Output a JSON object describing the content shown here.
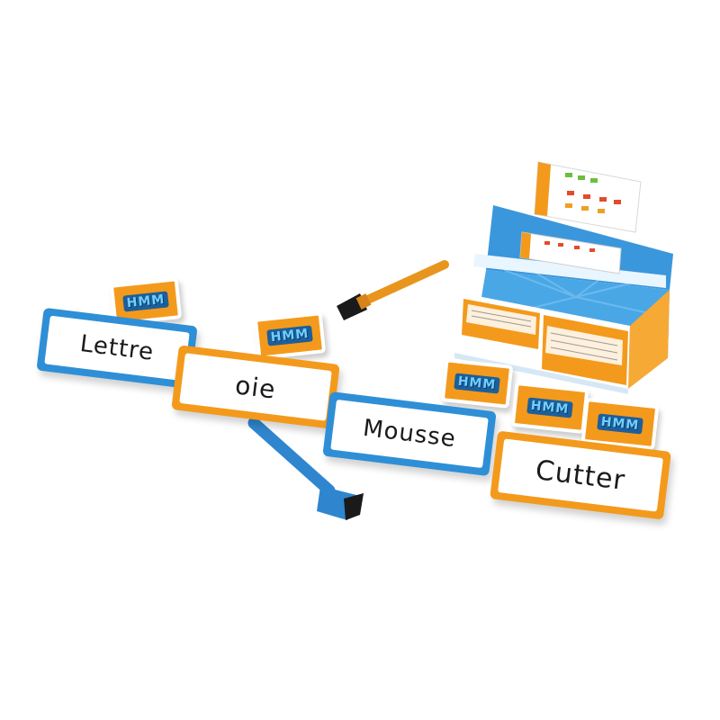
{
  "word_cards": [
    {
      "id": "lettre",
      "text": "Lettre",
      "frame_color": "#2e8fd6"
    },
    {
      "id": "oie",
      "text": "oie",
      "frame_color": "#f39a1c"
    },
    {
      "id": "mousse",
      "text": "Mousse",
      "frame_color": "#2e8fd6"
    },
    {
      "id": "cutter",
      "text": "Cutter",
      "frame_color": "#f39a1c"
    }
  ],
  "hmm_tiles": [
    {
      "id": "hmm-1",
      "text": "HMM"
    },
    {
      "id": "hmm-2",
      "text": "HMM"
    },
    {
      "id": "hmm-3",
      "text": "HMM"
    },
    {
      "id": "hmm-4",
      "text": "HMM"
    },
    {
      "id": "hmm-5",
      "text": "HMM"
    }
  ],
  "colors": {
    "blue": "#2e8fd6",
    "orange": "#f39a1c",
    "light_blue": "#5fb4ec",
    "marker_blue": "#2f86cf",
    "marker_orange": "#e8951e"
  },
  "icons": [
    "whiteboard-marker-icon",
    "game-box-icon",
    "card-holder-icon"
  ]
}
